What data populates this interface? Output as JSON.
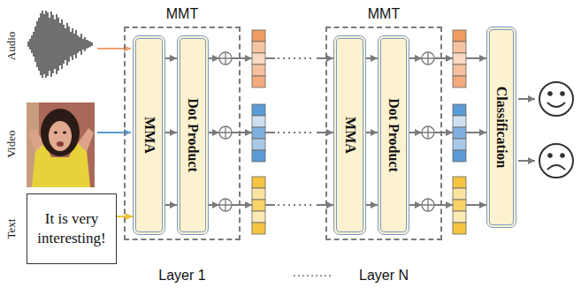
{
  "diagram": {
    "nodes": [
      {
        "text": [
          "It is very interesting!"
        ]
      },
      {
        "text": [
          "MMT"
        ]
      },
      {
        "text": [
          "MMA"
        ],
        "in": 1
      },
      {
        "text": [
          "Dot Product"
        ],
        "in": 1
      },
      {
        "text": [
          "MMT"
        ]
      },
      {
        "text": [
          "MMA"
        ],
        "in": 4
      },
      {
        "text": [
          "Dot Product"
        ],
        "in": 4
      },
      {
        "text": [
          "Classification"
        ]
      }
    ],
    "edges": [
      {
        "from": 0,
        "to": 2,
        "arrow": "to"
      },
      {
        "from": 2,
        "to": 3,
        "arrow": "to"
      },
      {
        "from": 2,
        "to": 3,
        "arrow": "to"
      },
      {
        "from": 2,
        "to": 3,
        "arrow": "to"
      },
      {
        "from": 3,
        "to": 5,
        "arrow": "to"
      },
      {
        "from": 3,
        "to": 5,
        "arrow": "to"
      },
      {
        "from": 3,
        "to": 5,
        "arrow": "to"
      },
      {
        "from": 5,
        "to": 6,
        "arrow": "to"
      },
      {
        "from": 5,
        "to": 6,
        "arrow": "to"
      },
      {
        "from": 5,
        "to": 6,
        "arrow": "to"
      },
      {
        "from": 6,
        "to": 7,
        "arrow": "to"
      },
      {
        "from": 6,
        "to": 7,
        "arrow": "to"
      },
      {
        "from": 6,
        "to": 7,
        "arrow": "to"
      }
    ],
    "labels": [
      "Audio",
      "Video",
      "Text",
      "Layer 1",
      "Layer N"
    ]
  }
}
